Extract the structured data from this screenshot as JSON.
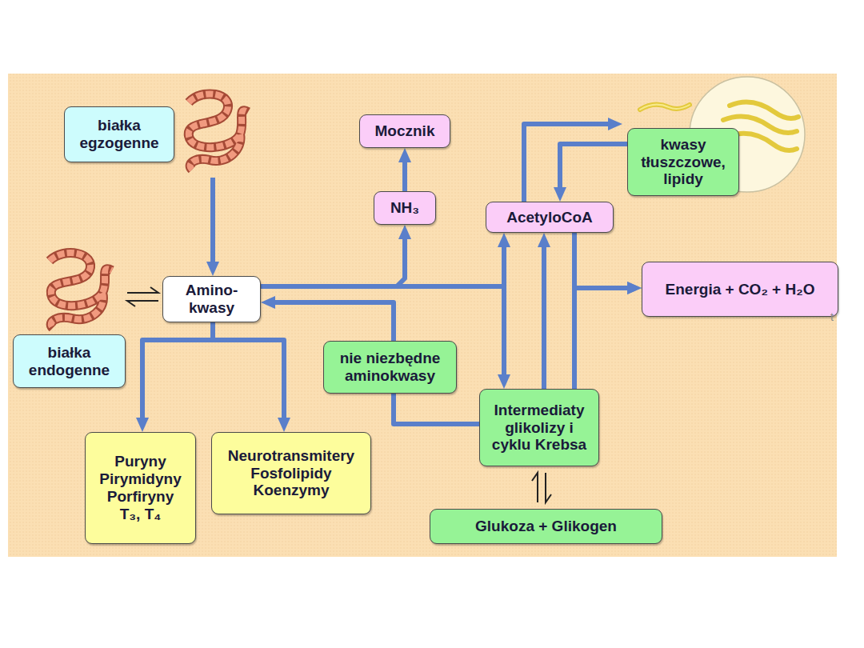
{
  "diagram": {
    "nodes": [
      {
        "text": [
          "białka egzogenne"
        ]
      },
      {
        "text": [
          "Mocznik"
        ]
      },
      {
        "text": [
          "kwasy tłuszczowe, lipidy"
        ]
      },
      {
        "text": [
          "NH₃"
        ]
      },
      {
        "text": [
          "AcetyloCoA"
        ]
      },
      {
        "text": [
          "Amino- kwasy"
        ]
      },
      {
        "text": [
          "Energia + CO₂ + H₂O"
        ]
      },
      {
        "text": [
          "białka endogenne"
        ]
      },
      {
        "text": [
          "nie niezbędne aminokwasy"
        ]
      },
      {
        "text": [
          "Intermediaty glikolizy i cyklu Krebsa"
        ]
      },
      {
        "text": [
          "Puryny Pirymidyny Porfiryny T₃, T₄"
        ]
      },
      {
        "text": [
          "Neurotransmitery Fosfolipidy Koenzymy"
        ]
      },
      {
        "text": [
          "Glukoza + Glikogen"
        ]
      }
    ],
    "edges": [
      {
        "from": 0,
        "to": 5,
        "arrow": "to"
      },
      {
        "from": 7,
        "to": 5,
        "arrow": "both"
      },
      {
        "from": 5,
        "to": 3,
        "arrow": "to"
      },
      {
        "from": 3,
        "to": 1,
        "arrow": "to"
      },
      {
        "from": 5,
        "to": 4,
        "arrow": "to"
      },
      {
        "from": 5,
        "to": 9,
        "arrow": "to"
      },
      {
        "from": 4,
        "to": 2,
        "arrow": "to"
      },
      {
        "from": 2,
        "to": 4,
        "arrow": "to"
      },
      {
        "from": 9,
        "to": 4,
        "arrow": "to"
      },
      {
        "from": 4,
        "to": 6,
        "arrow": "to"
      },
      {
        "from": 9,
        "to": 6,
        "arrow": "to"
      },
      {
        "from": 9,
        "to": 8,
        "arrow": "none"
      },
      {
        "from": 8,
        "to": 5,
        "arrow": "to"
      },
      {
        "from": 5,
        "to": 10,
        "arrow": "to"
      },
      {
        "from": 5,
        "to": 11,
        "arrow": "to"
      },
      {
        "from": 9,
        "to": 12,
        "arrow": "both"
      }
    ],
    "labels": [
      "t"
    ]
  }
}
